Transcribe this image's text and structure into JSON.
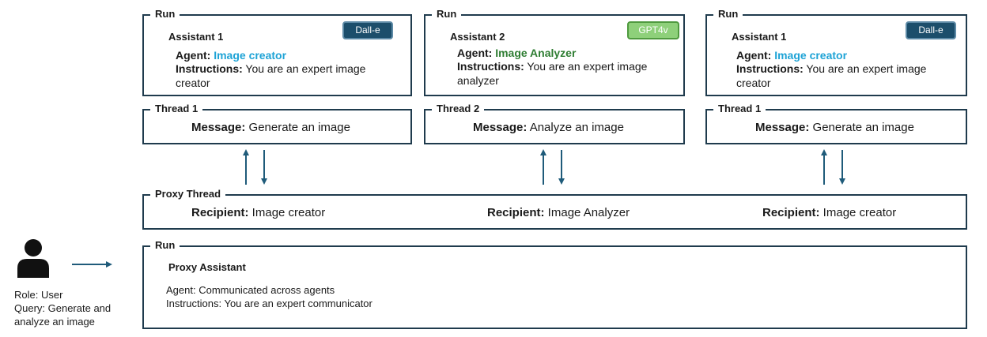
{
  "colors": {
    "border": "#1f3b4d",
    "arrow": "#1f5b7a",
    "agent_creator": "#1ea3d6",
    "agent_analyzer": "#2e7d32",
    "badge_dalle": "#1c4e6b",
    "badge_gpt": "#8ed07a"
  },
  "columns": [
    {
      "run": {
        "title": "Run",
        "assistant": "Assistant 1",
        "badge": "Dall-e",
        "agent_label": "Agent:",
        "agent": "Image creator",
        "instructions_label": "Instructions:",
        "instructions": " You are an expert image creator"
      },
      "thread": {
        "title": "Thread 1",
        "message_label": "Message:",
        "message": " Generate an image"
      }
    },
    {
      "run": {
        "title": "Run",
        "assistant": "Assistant 2",
        "badge": "GPT4v",
        "agent_label": "Agent:",
        "agent": "Image Analyzer",
        "instructions_label": "Instructions:",
        "instructions": " You are an expert image analyzer"
      },
      "thread": {
        "title": "Thread 2",
        "message_label": "Message:",
        "message": " Analyze an image"
      }
    },
    {
      "run": {
        "title": "Run",
        "assistant": "Assistant 1",
        "badge": "Dall-e",
        "agent_label": "Agent:",
        "agent": "Image creator",
        "instructions_label": "Instructions:",
        "instructions": " You are an expert image creator"
      },
      "thread": {
        "title": "Thread 1",
        "message_label": "Message:",
        "message": " Generate an image"
      }
    }
  ],
  "proxy_thread": {
    "title": "Proxy Thread",
    "recipient_label": "Recipient:",
    "recipients": [
      " Image creator",
      " Image Analyzer",
      " Image creator"
    ]
  },
  "proxy_run": {
    "title": "Run",
    "assistant": "Proxy Assistant",
    "agent": "Agent: Communicated across agents",
    "instructions": "Instructions: You are an expert communicator"
  },
  "user": {
    "role": "Role: User",
    "query": "Query: Generate and analyze an image"
  }
}
